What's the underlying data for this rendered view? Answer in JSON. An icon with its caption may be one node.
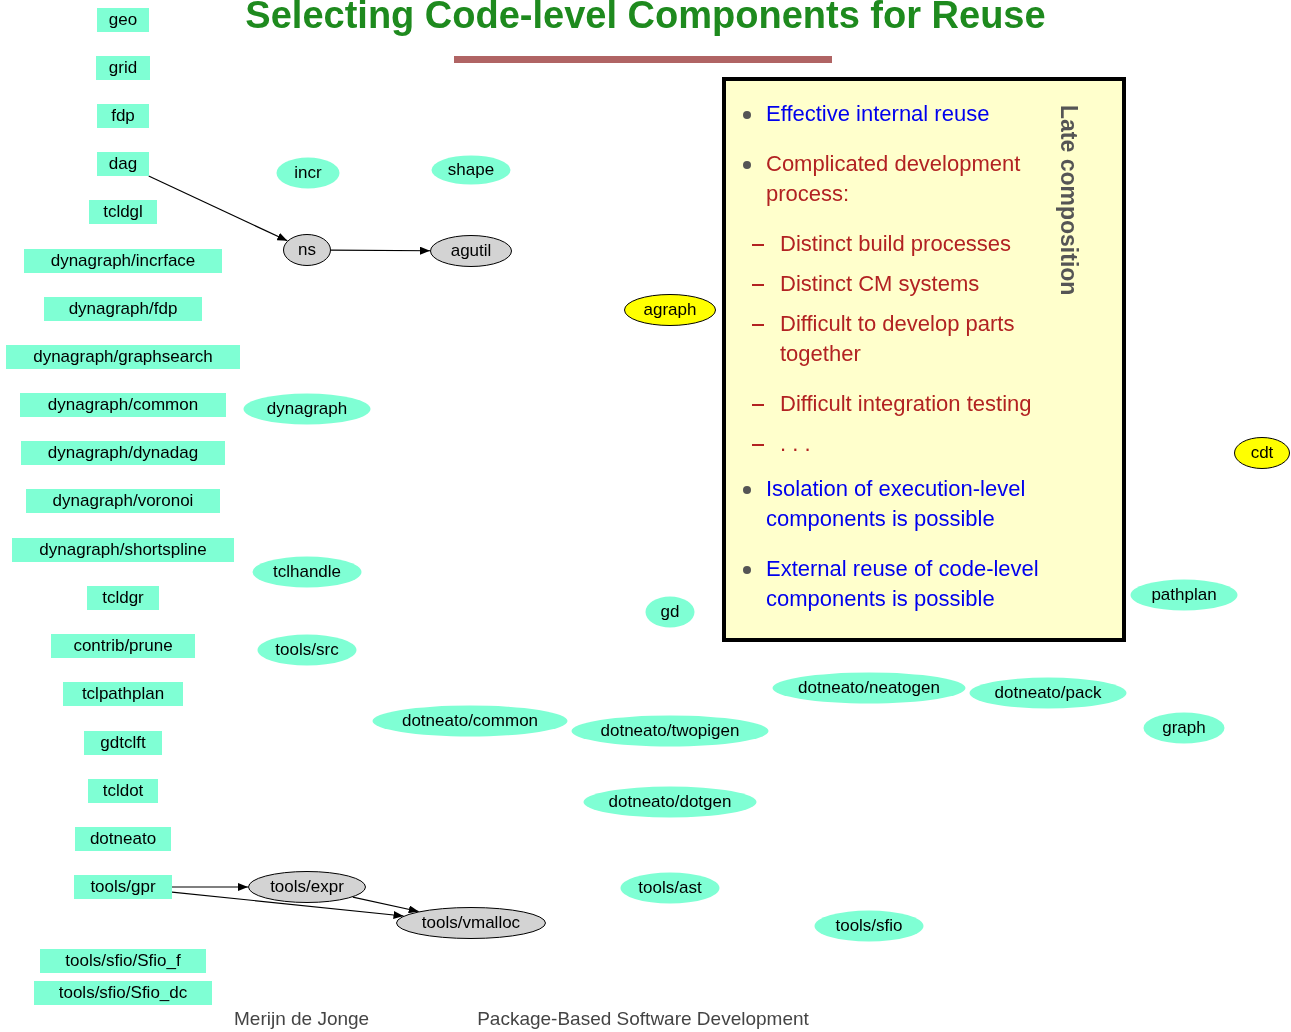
{
  "diagram": {
    "title": "Selecting Code-level Components for Reuse",
    "nodes": [
      {
        "text": [
          "geo"
        ]
      },
      {
        "text": [
          "grid"
        ]
      },
      {
        "text": [
          "fdp"
        ]
      },
      {
        "text": [
          "dag"
        ]
      },
      {
        "text": [
          "tcldgl"
        ]
      },
      {
        "text": [
          "dynagraph/incrface"
        ]
      },
      {
        "text": [
          "dynagraph/fdp"
        ]
      },
      {
        "text": [
          "dynagraph/graphsearch"
        ]
      },
      {
        "text": [
          "dynagraph/common"
        ]
      },
      {
        "text": [
          "dynagraph/dynadag"
        ]
      },
      {
        "text": [
          "dynagraph/voronoi"
        ]
      },
      {
        "text": [
          "dynagraph/shortspline"
        ]
      },
      {
        "text": [
          "tcldgr"
        ]
      },
      {
        "text": [
          "contrib/prune"
        ]
      },
      {
        "text": [
          "tclpathplan"
        ]
      },
      {
        "text": [
          "gdtclft"
        ]
      },
      {
        "text": [
          "tcldot"
        ]
      },
      {
        "text": [
          "dotneato"
        ]
      },
      {
        "text": [
          "tools/gpr"
        ]
      },
      {
        "text": [
          "tools/sfio/Sfio_f"
        ]
      },
      {
        "text": [
          "tools/sfio/Sfio_dc"
        ]
      },
      {
        "text": [
          "incr"
        ]
      },
      {
        "text": [
          "shape"
        ]
      },
      {
        "text": [
          "ns"
        ]
      },
      {
        "text": [
          "agutil"
        ]
      },
      {
        "text": [
          "agraph"
        ]
      },
      {
        "text": [
          "dynagraph"
        ]
      },
      {
        "text": [
          "cdt"
        ]
      },
      {
        "text": [
          "tclhandle"
        ]
      },
      {
        "text": [
          "gd"
        ]
      },
      {
        "text": [
          "pathplan"
        ]
      },
      {
        "text": [
          "tools/src"
        ]
      },
      {
        "text": [
          "dotneato/neatogen"
        ]
      },
      {
        "text": [
          "dotneato/pack"
        ]
      },
      {
        "text": [
          "dotneato/common"
        ]
      },
      {
        "text": [
          "graph"
        ]
      },
      {
        "text": [
          "dotneato/twopigen"
        ]
      },
      {
        "text": [
          "dotneato/dotgen"
        ]
      },
      {
        "text": [
          "tools/ast"
        ]
      },
      {
        "text": [
          "tools/expr"
        ]
      },
      {
        "text": [
          "tools/vmalloc"
        ]
      },
      {
        "text": [
          "tools/sfio"
        ]
      },
      {
        "text": [
          "Late composition",
          "Effective internal reuse",
          "Complicated development process:",
          "Distinct build processes",
          "Distinct CM systems",
          "Difficult to develop parts together",
          "Difficult integration testing",
          ". . .",
          "Isolation of execution-level components is possible",
          "External reuse of code-level components is possible"
        ]
      }
    ],
    "edges": [
      {
        "from": 3,
        "to": 23,
        "arrow": "to"
      },
      {
        "from": 23,
        "to": 24,
        "arrow": "to"
      },
      {
        "from": 18,
        "to": 39,
        "arrow": "to"
      },
      {
        "from": 18,
        "to": 40,
        "arrow": "to"
      },
      {
        "from": 39,
        "to": 40,
        "arrow": "to"
      }
    ],
    "labels": [
      "Merijn de Jonge",
      "Package-Based Software Development"
    ]
  }
}
